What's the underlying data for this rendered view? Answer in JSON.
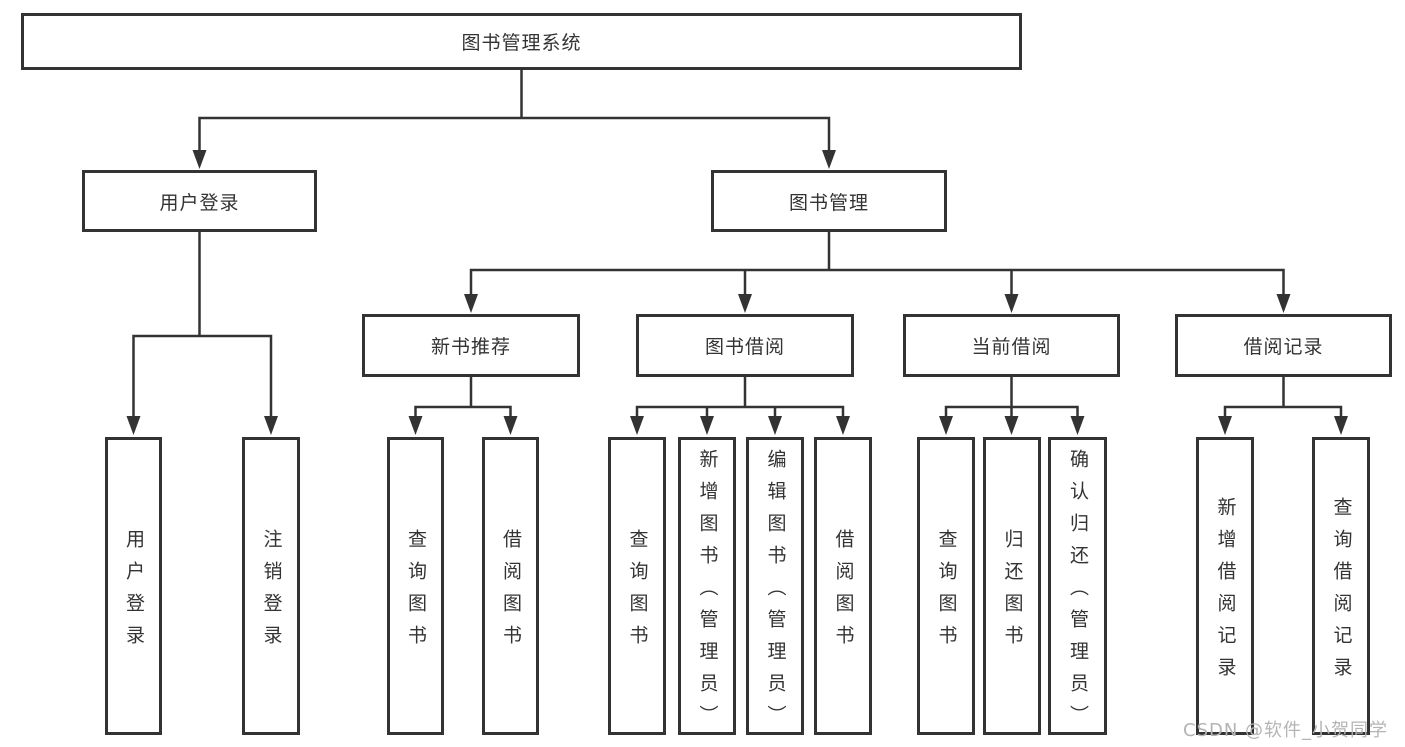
{
  "diagram": {
    "root": {
      "label": "图书管理系统"
    },
    "level2": [
      {
        "label": "用户登录"
      },
      {
        "label": "图书管理"
      }
    ],
    "level3": [
      {
        "label": "新书推荐"
      },
      {
        "label": "图书借阅"
      },
      {
        "label": "当前借阅"
      },
      {
        "label": "借阅记录"
      }
    ],
    "leaves": {
      "user": [
        {
          "label": "用户登录"
        },
        {
          "label": "注销登录"
        }
      ],
      "recommend": [
        {
          "label": "查询图书"
        },
        {
          "label": "借阅图书"
        }
      ],
      "borrow": [
        {
          "label": "查询图书"
        },
        {
          "label": "新增图书（管理员）"
        },
        {
          "label": "编辑图书（管理员）"
        },
        {
          "label": "借阅图书"
        }
      ],
      "current": [
        {
          "label": "查询图书"
        },
        {
          "label": "归还图书"
        },
        {
          "label": "确认归还（管理员）"
        }
      ],
      "records": [
        {
          "label": "新增借阅记录"
        },
        {
          "label": "查询借阅记录"
        }
      ]
    },
    "watermark": "CSDN @软件_小贺同学",
    "colors": {
      "line": "#333333",
      "border": "#333333",
      "text": "#333333",
      "background": "#ffffff",
      "watermark": "#b4b4b4"
    }
  }
}
